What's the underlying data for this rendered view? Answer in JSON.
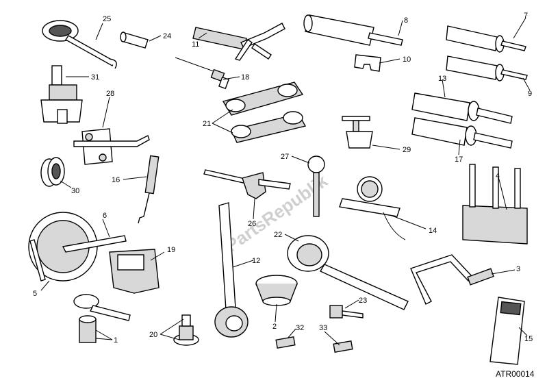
{
  "figure_code": "ATR00014",
  "watermark": "PartsRepublik",
  "callouts": [
    {
      "id": "c1",
      "label": "1"
    },
    {
      "id": "c2",
      "label": "2"
    },
    {
      "id": "c3",
      "label": "3"
    },
    {
      "id": "c4",
      "label": "4"
    },
    {
      "id": "c5",
      "label": "5"
    },
    {
      "id": "c6",
      "label": "6"
    },
    {
      "id": "c7",
      "label": "7"
    },
    {
      "id": "c8",
      "label": "8"
    },
    {
      "id": "c9",
      "label": "9"
    },
    {
      "id": "c10",
      "label": "10"
    },
    {
      "id": "c11",
      "label": "11"
    },
    {
      "id": "c12",
      "label": "12"
    },
    {
      "id": "c13",
      "label": "13"
    },
    {
      "id": "c14",
      "label": "14"
    },
    {
      "id": "c15",
      "label": "15"
    },
    {
      "id": "c16",
      "label": "16"
    },
    {
      "id": "c17",
      "label": "17"
    },
    {
      "id": "c18",
      "label": "18"
    },
    {
      "id": "c19",
      "label": "19"
    },
    {
      "id": "c20",
      "label": "20"
    },
    {
      "id": "c21",
      "label": "21"
    },
    {
      "id": "c22",
      "label": "22"
    },
    {
      "id": "c23",
      "label": "23"
    },
    {
      "id": "c24",
      "label": "24"
    },
    {
      "id": "c25",
      "label": "25"
    },
    {
      "id": "c26",
      "label": "26"
    },
    {
      "id": "c27",
      "label": "27"
    },
    {
      "id": "c28",
      "label": "28"
    },
    {
      "id": "c29",
      "label": "29"
    },
    {
      "id": "c30",
      "label": "30"
    },
    {
      "id": "c31",
      "label": "31"
    },
    {
      "id": "c32",
      "label": "32"
    },
    {
      "id": "c33",
      "label": "33"
    }
  ]
}
